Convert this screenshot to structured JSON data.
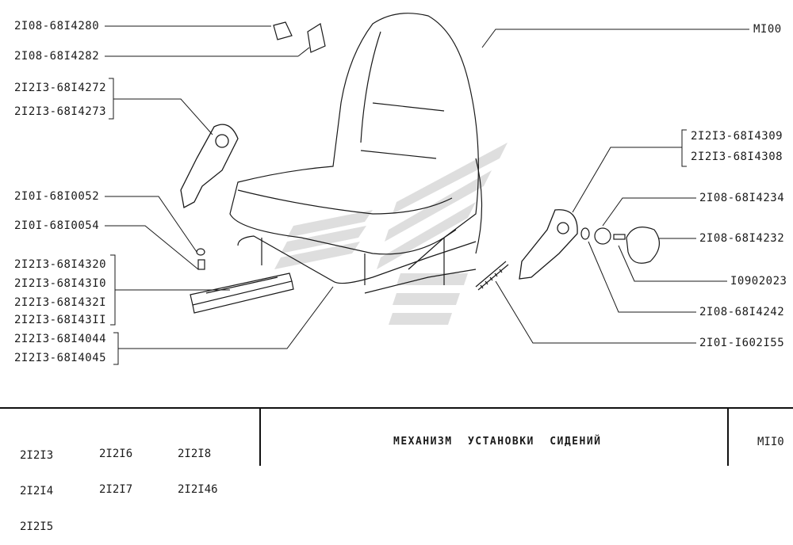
{
  "callouts_left": [
    "2I08-68I4280",
    "2I08-68I4282",
    "2I2I3-68I4272",
    "2I2I3-68I4273",
    "2I0I-68I0052",
    "2I0I-68I0054",
    "2I2I3-68I4320",
    "2I2I3-68I43I0",
    "2I2I3-68I432I",
    "2I2I3-68I43II",
    "2I2I3-68I4044",
    "2I2I3-68I4045"
  ],
  "callouts_right": [
    "MI00",
    "2I2I3-68I4309",
    "2I2I3-68I4308",
    "2I08-68I4234",
    "2I08-68I4232",
    "I0902023",
    "2I08-68I4242",
    "2I0I-I602I55"
  ],
  "title_block": {
    "models_col1": [
      "2I2I3",
      "2I2I4",
      "2I2I5"
    ],
    "models_col2": [
      "2I2I6",
      "2I2I7"
    ],
    "models_col3": [
      "2I2I8",
      "2I2I46"
    ],
    "title": "МЕХАНИЗМ УСТАНОВКИ СИДЕНИЙ",
    "sheet_code": "MII0"
  },
  "colors": {
    "line": "#1a1a1a",
    "watermark": "#d9d9d9"
  }
}
